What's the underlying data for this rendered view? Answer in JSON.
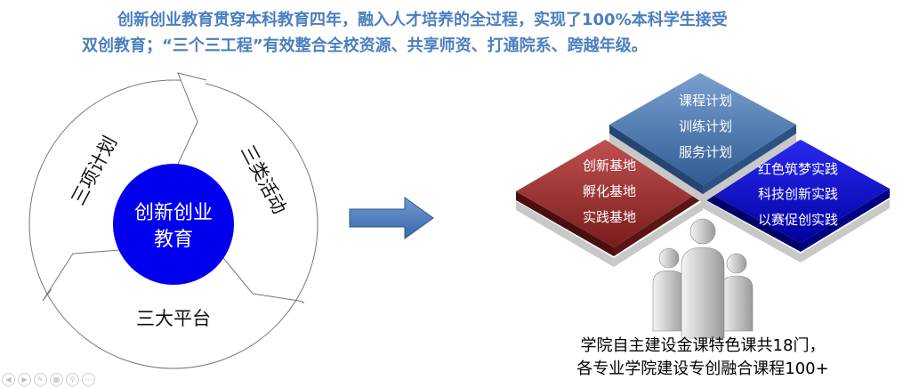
{
  "title": {
    "line1": "创新创业教育贯穿本科教育四年，融入人才培养的全过程，实现了100%本科学生接受",
    "line2": "双创教育；“三个三工程”有效整合全校资源、共享师资、打通院系、跨越年级。"
  },
  "cycle": {
    "center": [
      "创新创业",
      "教育"
    ],
    "segments": [
      "三项计划",
      "三类活动",
      "三大平台"
    ],
    "center_color": "#0000ee"
  },
  "tiles": {
    "top": {
      "items": [
        "课程计划",
        "训练计划",
        "服务计划"
      ],
      "color": "#3f6ea8"
    },
    "left": {
      "items": [
        "创新基地",
        "孵化基地",
        "实践基地"
      ],
      "color": "#a03030"
    },
    "right": {
      "items": [
        "红色筑梦实践",
        "科技创新实践",
        "以赛促创实践"
      ],
      "color": "#0a0ad0"
    }
  },
  "note": {
    "line1": "学院自主建设金课特色课共18门，",
    "line2": "各专业学院建设专创融合课程100+"
  },
  "controls": [
    "prev-icon",
    "next-icon",
    "pen-icon",
    "slides-icon",
    "zoom-icon",
    "more-icon"
  ]
}
